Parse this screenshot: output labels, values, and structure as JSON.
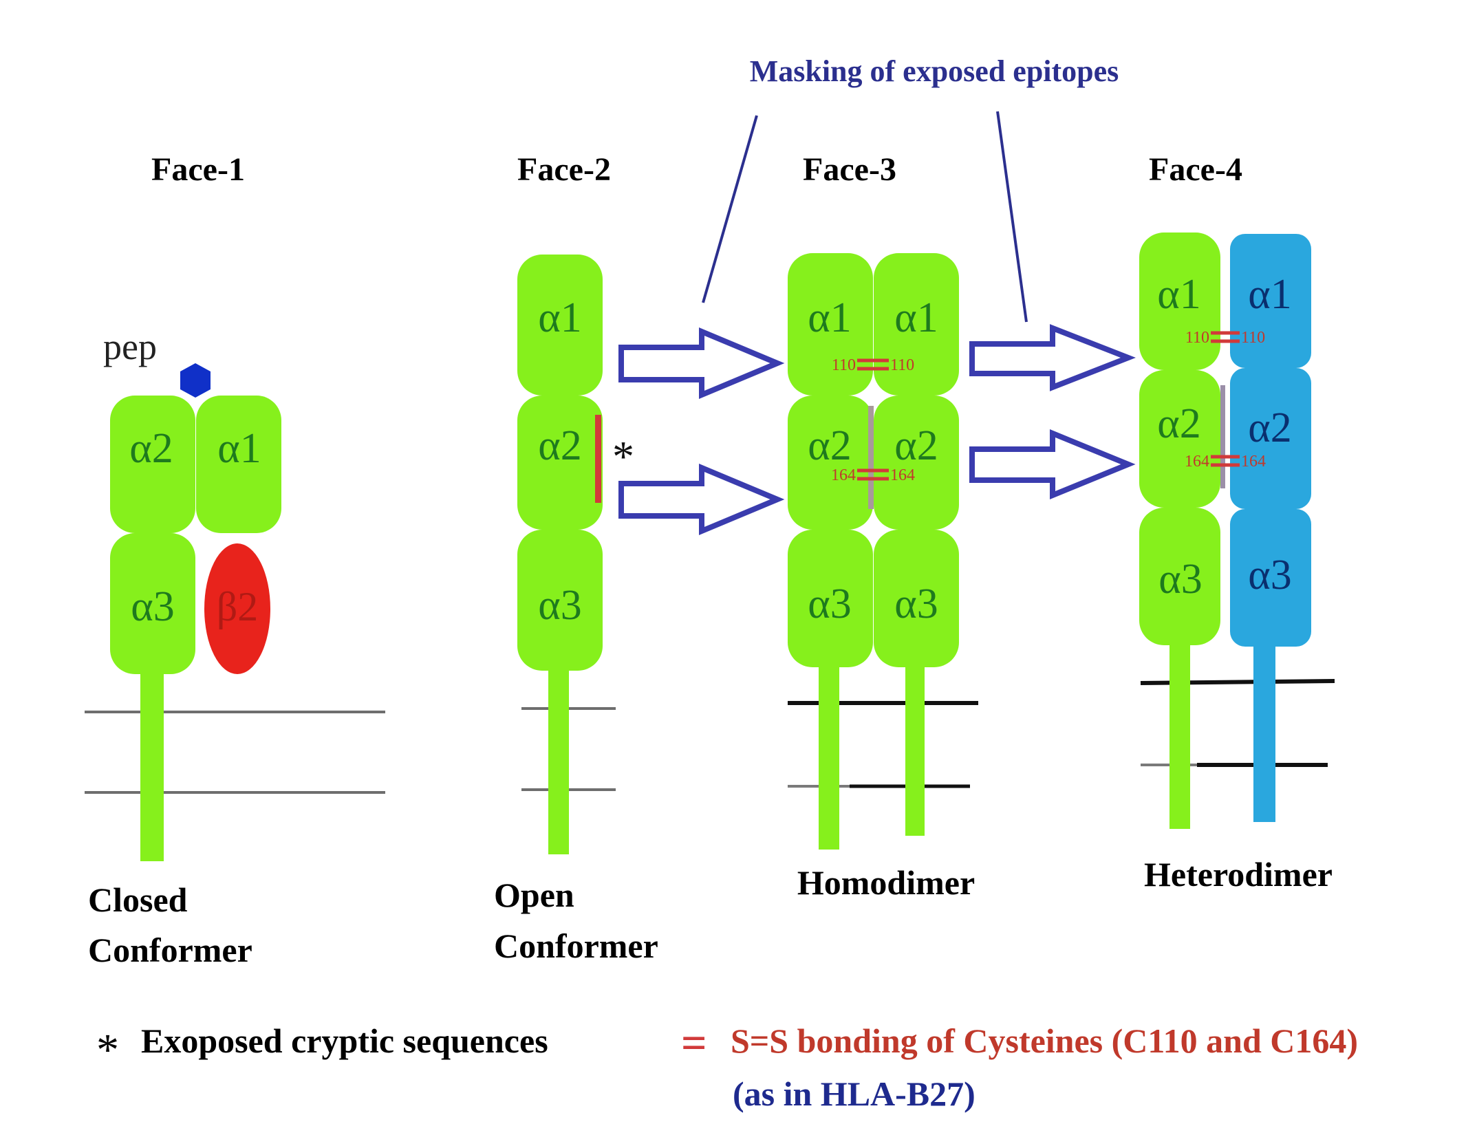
{
  "masking_label": "Masking of exposed epitopes",
  "faces": {
    "face1": {
      "title": "Face-1",
      "caption_line1": "Closed",
      "caption_line2": "Conformer",
      "pep": "pep",
      "domains": {
        "a2": "α2",
        "a1": "α1",
        "a3": "α3",
        "b2": "β2"
      }
    },
    "face2": {
      "title": "Face-2",
      "caption_line1": "Open",
      "caption_line2": "Conformer",
      "domains": {
        "a1": "α1",
        "a2": "α2",
        "a3": "α3"
      },
      "star": "*"
    },
    "face3": {
      "title": "Face-3",
      "caption": "Homodimer",
      "domains": {
        "a1": "α1",
        "a2": "α2",
        "a3": "α3"
      },
      "site_110": "110",
      "site_164": "164"
    },
    "face4": {
      "title": "Face-4",
      "caption": "Heterodimer",
      "domains": {
        "a1": "α1",
        "a2": "α2",
        "a3": "α3"
      },
      "site_110": "110",
      "site_164": "164"
    }
  },
  "legend": {
    "star_symbol": "*",
    "star_text": "Exoposed cryptic sequences",
    "bond_symbol": "=",
    "bond_text": "S=S bonding of Cysteines (C110 and C164)",
    "bond_note": "(as in HLA-B27)"
  },
  "colors": {
    "green": "#86f01c",
    "blue_chain": "#2aa7de",
    "beta2": "#e8231c",
    "peptide": "#1030c8",
    "arrow": "#3a3cae",
    "bond": "#d13a3a",
    "text_blue": "#2b2f8e",
    "membrane": "#7a7a7a"
  }
}
